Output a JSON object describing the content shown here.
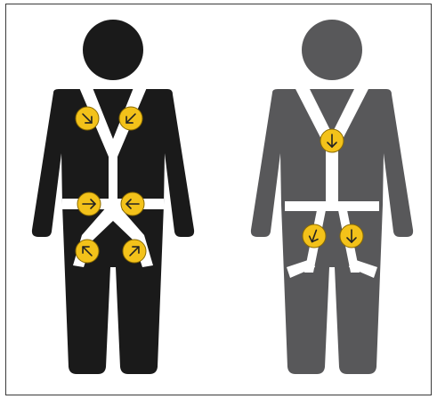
{
  "colors": {
    "figure_front": "#1a1a1a",
    "figure_back": "#58585a",
    "harness": "#ffffff",
    "marker_fill": "#f3c21a",
    "marker_stroke": "#8a6a00",
    "arrow": "#222222",
    "frame": "#3a3a3a"
  },
  "figures": [
    {
      "name": "front-view",
      "markers": [
        {
          "name": "left-shoulder-strap-marker",
          "arrow": "arrow-down-right-icon",
          "angle": 45
        },
        {
          "name": "right-shoulder-strap-marker",
          "arrow": "arrow-down-left-icon",
          "angle": 135
        },
        {
          "name": "left-waist-buckle-marker",
          "arrow": "arrow-right-icon",
          "angle": 0
        },
        {
          "name": "right-waist-buckle-marker",
          "arrow": "arrow-left-icon",
          "angle": 180
        },
        {
          "name": "left-leg-strap-marker",
          "arrow": "arrow-up-left-icon",
          "angle": 225
        },
        {
          "name": "right-leg-strap-marker",
          "arrow": "arrow-up-right-icon",
          "angle": 315
        }
      ]
    },
    {
      "name": "back-view",
      "markers": [
        {
          "name": "back-dorsal-marker",
          "arrow": "arrow-down-icon",
          "angle": 90
        },
        {
          "name": "left-seat-strap-marker",
          "arrow": "arrow-down-left-icon",
          "angle": 110
        },
        {
          "name": "right-seat-strap-marker",
          "arrow": "arrow-down-icon",
          "angle": 90
        }
      ]
    }
  ]
}
